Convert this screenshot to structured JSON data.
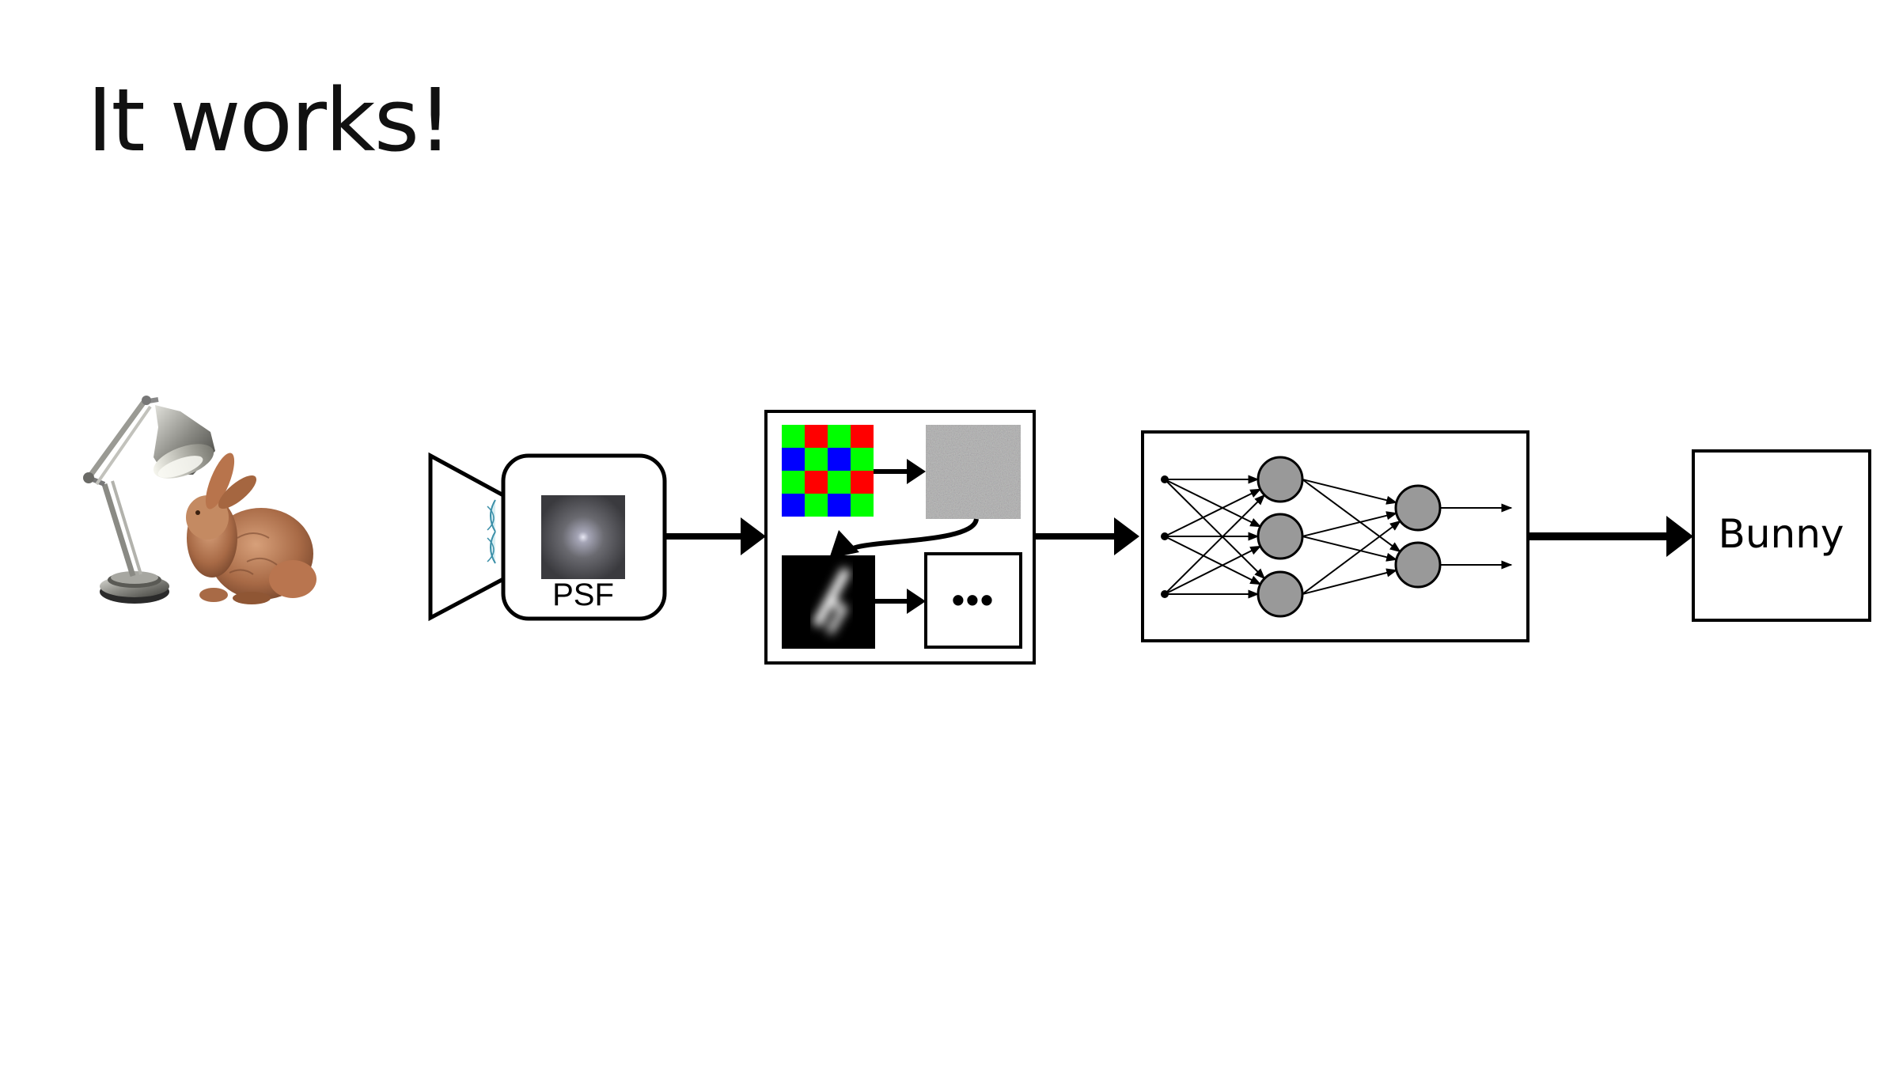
{
  "slide": {
    "title": "It works!"
  },
  "scene": {
    "objects": [
      "lamp-icon",
      "bunny-icon"
    ]
  },
  "camera": {
    "psf_label": "PSF"
  },
  "sensor": {
    "mosaic_colors": [
      [
        "#00ff00",
        "#ff0000",
        "#00ff00",
        "#ff0000"
      ],
      [
        "#0000ff",
        "#00ff00",
        "#0000ff",
        "#00ff00"
      ],
      [
        "#00ff00",
        "#ff0000",
        "#00ff00",
        "#ff0000"
      ],
      [
        "#0000ff",
        "#00ff00",
        "#0000ff",
        "#00ff00"
      ]
    ],
    "ellipsis": "•••"
  },
  "network": {
    "layers": [
      3,
      3,
      2
    ]
  },
  "output": {
    "label": "Bunny"
  }
}
